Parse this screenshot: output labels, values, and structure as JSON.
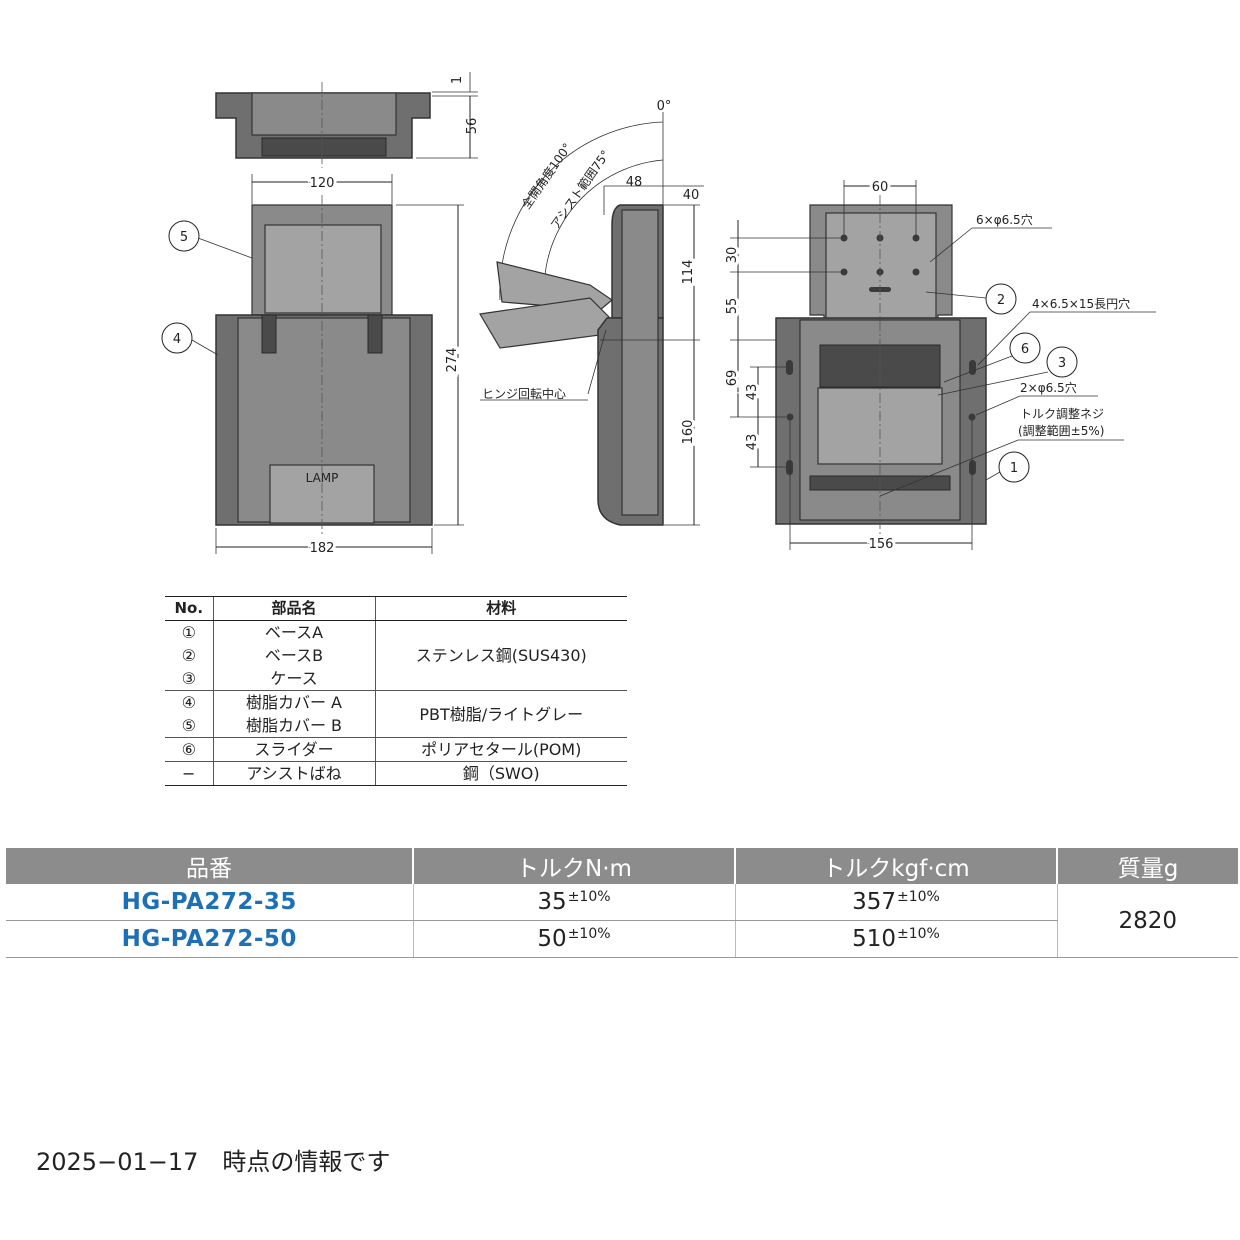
{
  "drawing": {
    "dims": {
      "d1": "1",
      "d56": "56",
      "d120": "120",
      "d274": "274",
      "d182": "182",
      "d48": "48",
      "d40": "40",
      "d114": "114",
      "d160": "160",
      "d60": "60",
      "d30": "30",
      "d55": "55",
      "d69": "69",
      "d43a": "43",
      "d43b": "43",
      "d156": "156"
    },
    "angles": {
      "zero": "0°",
      "full_open": "全開角度100°",
      "assist": "アシスト範囲75°"
    },
    "notes": {
      "hinge_center": "ヒンジ回転中心",
      "holes6": "6×φ6.5穴",
      "slots4": "4×6.5×15長円穴",
      "holes2": "2×φ6.5穴",
      "torque_screw": "トルク調整ネジ",
      "torque_range": "(調整範囲±5%)",
      "brand": "LAMP"
    },
    "callouts": [
      "1",
      "2",
      "3",
      "4",
      "5",
      "6"
    ]
  },
  "parts_table": {
    "headers": [
      "No.",
      "部品名",
      "材料"
    ],
    "rows": [
      {
        "no": "①",
        "name": "ベースA"
      },
      {
        "no": "②",
        "name": "ベースB"
      },
      {
        "no": "③",
        "name": "ケース"
      },
      {
        "no": "④",
        "name": "樹脂カバー A"
      },
      {
        "no": "⑤",
        "name": "樹脂カバー B"
      },
      {
        "no": "⑥",
        "name": "スライダー"
      },
      {
        "no": "−",
        "name": "アシストばね"
      }
    ],
    "materials": {
      "m1": "ステンレス鋼(SUS430)",
      "m2": "PBT樹脂/ライトグレー",
      "m3": "ポリアセタール(POM)",
      "m4": "鋼（SWO)"
    }
  },
  "spec_table": {
    "headers": [
      "品番",
      "トルクN·m",
      "トルクkgf·cm",
      "質量g"
    ],
    "rows": [
      {
        "part_no": "HG-PA272-35",
        "torque_nm": "35",
        "torque_kgf": "357",
        "tol": "±10%"
      },
      {
        "part_no": "HG-PA272-50",
        "torque_nm": "50",
        "torque_kgf": "510",
        "tol": "±10%"
      }
    ],
    "mass": "2820"
  },
  "footer": "2025−01−17　時点の情報です",
  "colors": {
    "part_number": "#1d6fb8",
    "header_bg": "#8c8c8c",
    "body_gray": "#6f6f6f"
  }
}
